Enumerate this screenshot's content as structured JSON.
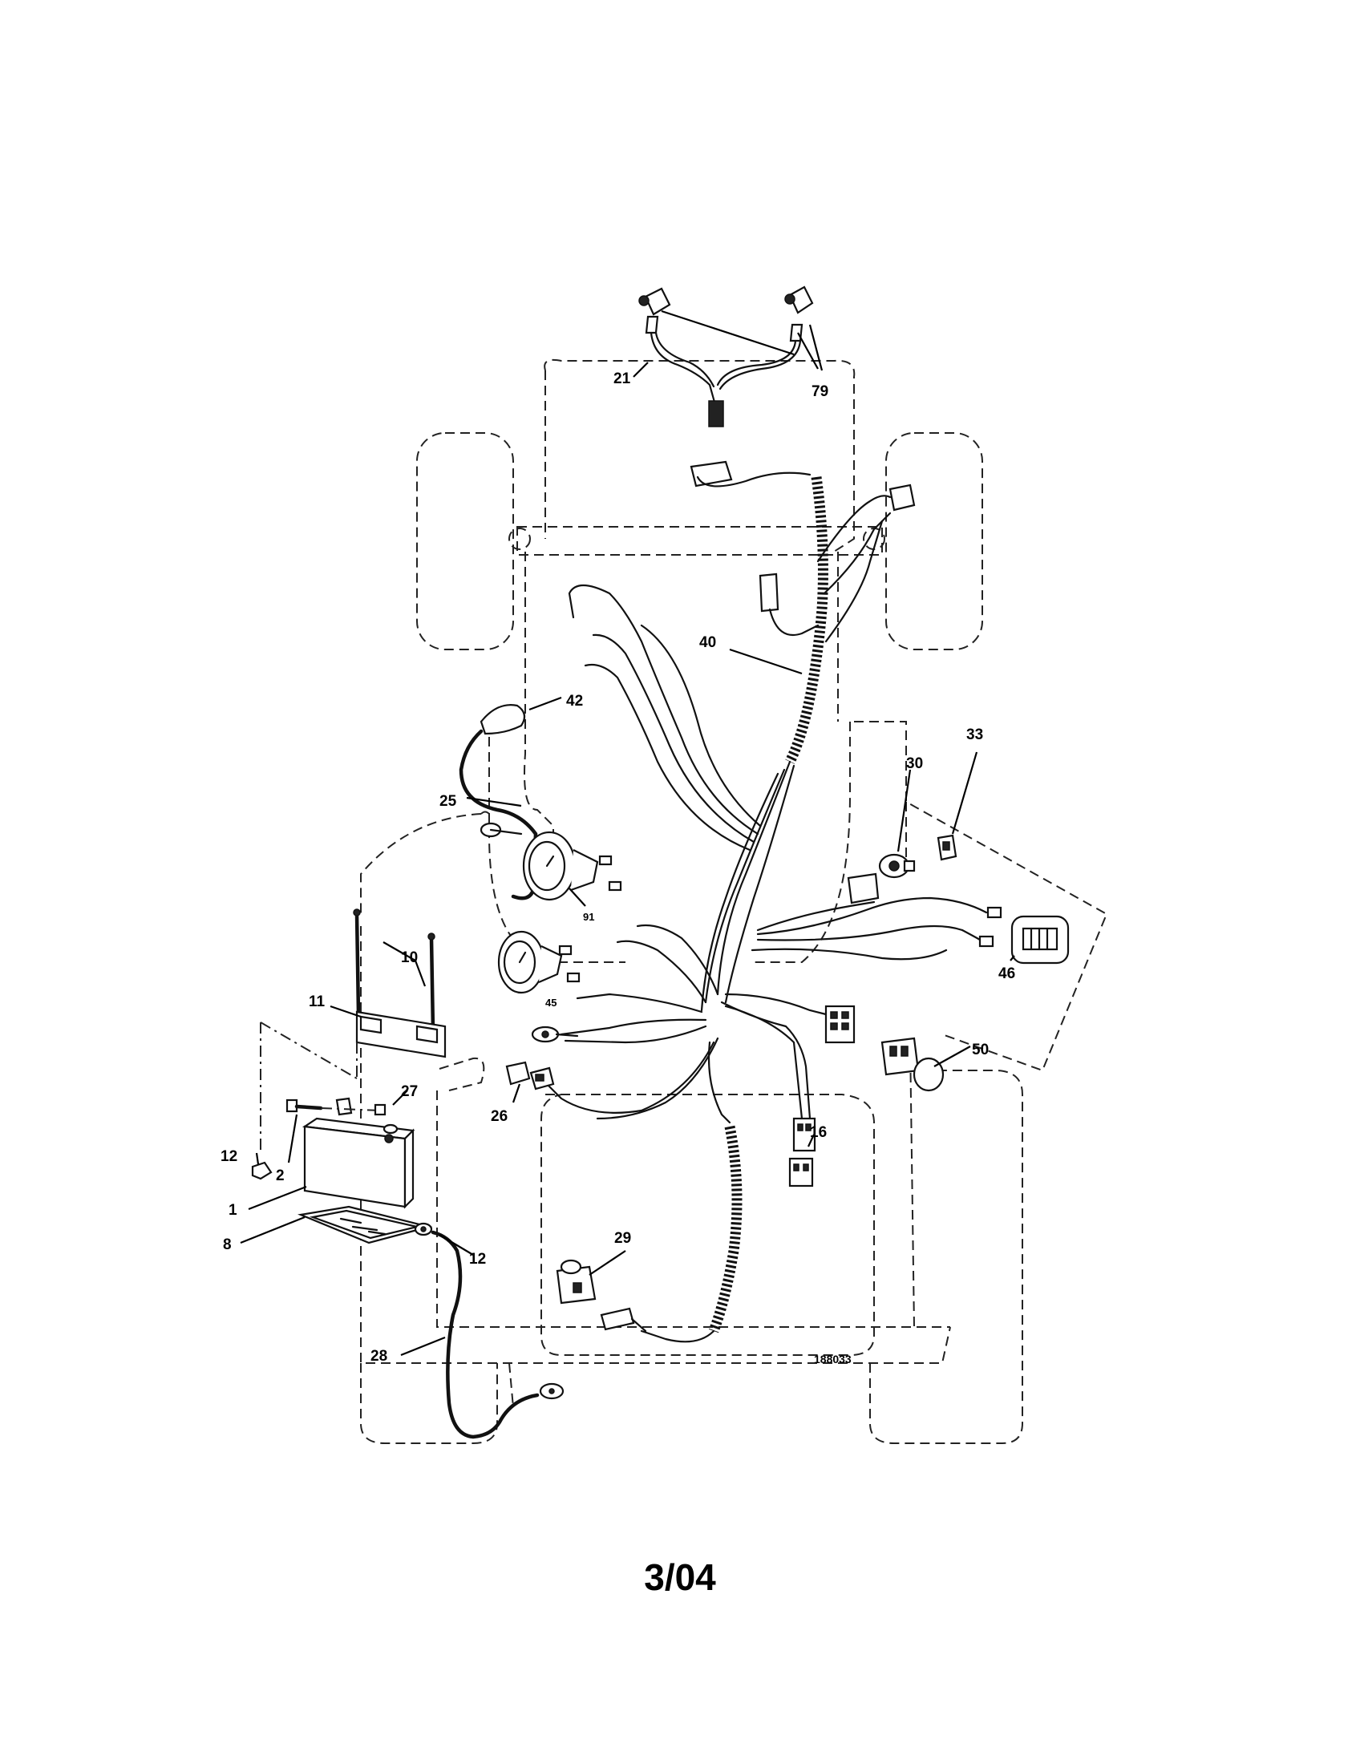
{
  "diagram": {
    "drawing_number": "188033",
    "date_code": "3/04",
    "callouts": {
      "c1": "1",
      "c2": "2",
      "c8": "8",
      "c10": "10",
      "c11": "11",
      "c12a": "12",
      "c12b": "12",
      "c16": "16",
      "c21": "21",
      "c25": "25",
      "c26": "26",
      "c27": "27",
      "c28": "28",
      "c29": "29",
      "c30": "30",
      "c33": "33",
      "c40": "40",
      "c42": "42",
      "c45": "45",
      "c46": "46",
      "c50": "50",
      "c79": "79",
      "c91": "91"
    }
  }
}
